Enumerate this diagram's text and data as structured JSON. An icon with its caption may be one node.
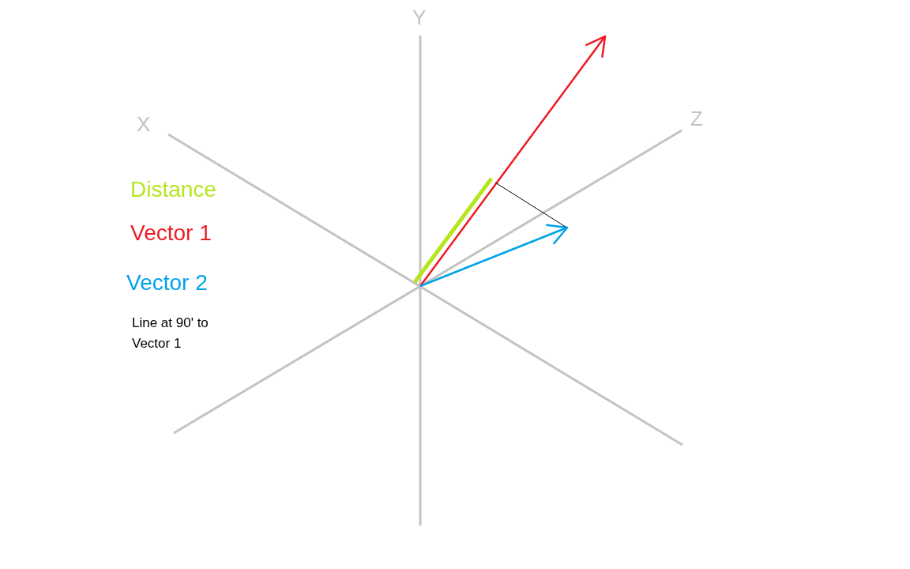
{
  "diagram": {
    "labels": [
      "Y",
      "X",
      "Z"
    ],
    "legend": [
      {
        "text": "Distance",
        "color": "#b5e61d"
      },
      {
        "text": "Vector 1",
        "color": "#ed1c24"
      },
      {
        "text": "Vector 2",
        "color": "#00a2e8"
      },
      {
        "text": "Line at 90' to Vector 1",
        "color": "#000000"
      }
    ]
  }
}
